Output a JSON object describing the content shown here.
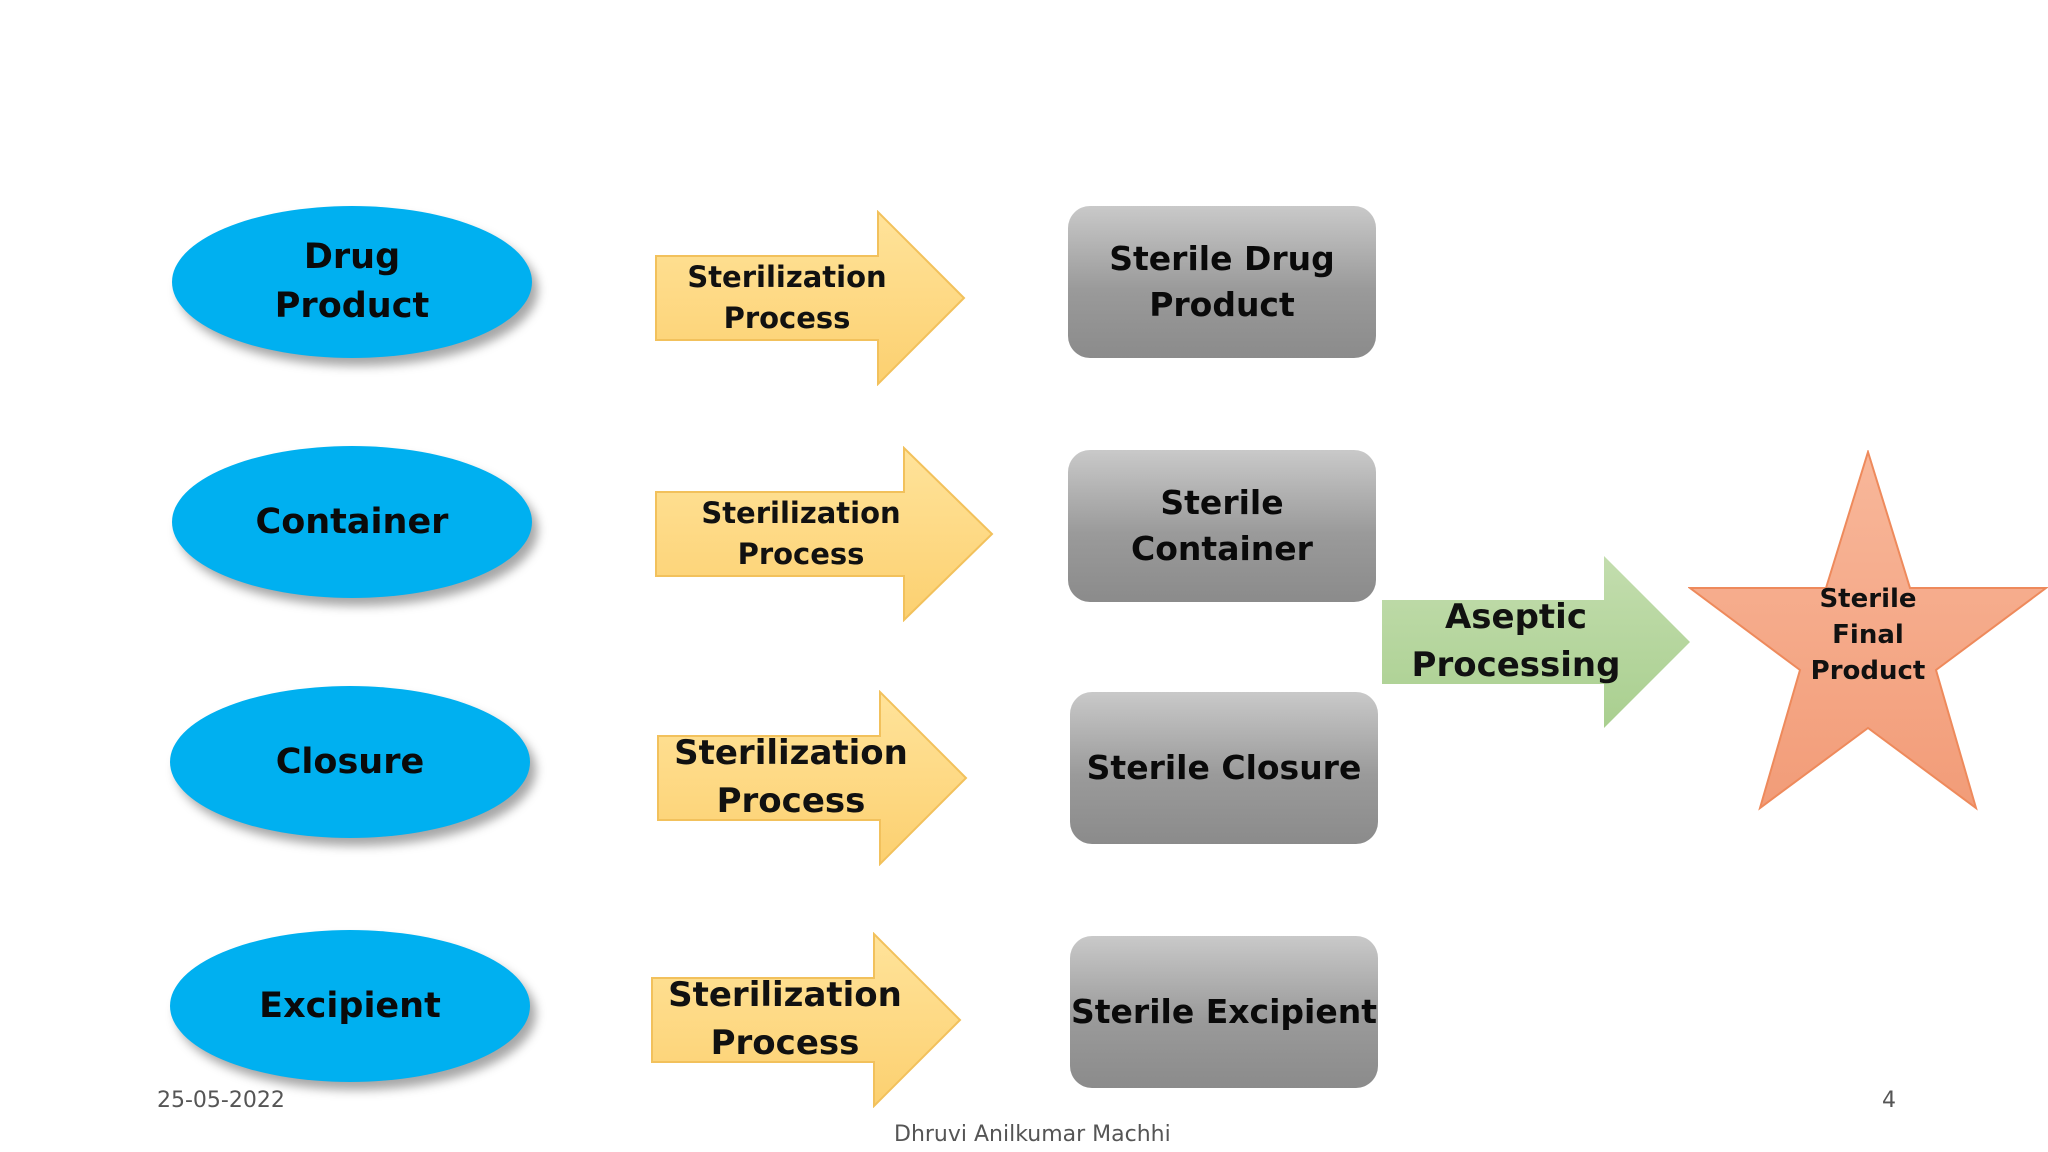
{
  "inputs": [
    {
      "label": "Drug\nProduct"
    },
    {
      "label": "Container"
    },
    {
      "label": "Closure"
    },
    {
      "label": "Excipient"
    }
  ],
  "arrows": [
    {
      "label": "Sterilization\nProcess"
    },
    {
      "label": "Sterilization\nProcess"
    },
    {
      "label": "Sterilization\nProcess"
    },
    {
      "label": "Sterilization\nProcess"
    }
  ],
  "outputs": [
    {
      "label": "Sterile Drug\nProduct"
    },
    {
      "label": "Sterile\nContainer"
    },
    {
      "label": "Sterile Closure"
    },
    {
      "label": "Sterile Excipient"
    }
  ],
  "aseptic": {
    "label": "Aseptic\nProcessing"
  },
  "final": {
    "label": "Sterile\nFinal\nProduct"
  },
  "footer": {
    "date": "25-05-2022",
    "author": "Dhruvi Anilkumar Machhi",
    "page": "4"
  },
  "colors": {
    "ellipse": "#00b0f0",
    "sterilization_arrow": "#ffd87a",
    "aseptic_arrow": "#b3d49a",
    "star": "#f4a582",
    "box": "#9e9e9e"
  }
}
